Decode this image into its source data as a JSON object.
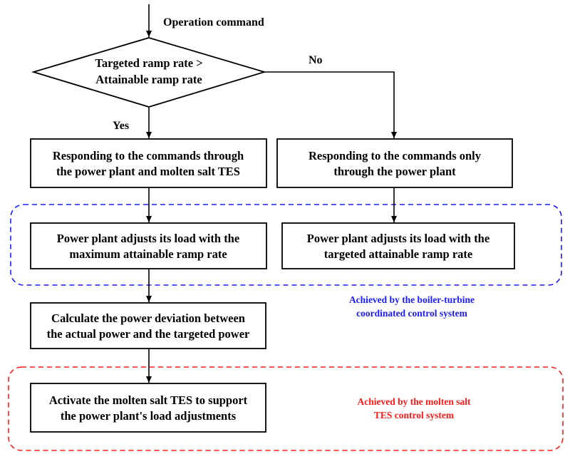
{
  "flowchart": {
    "start_label": "Operation command",
    "decision": {
      "lines": [
        "Targeted ramp rate >",
        "Attainable ramp rate"
      ]
    },
    "yes_label": "Yes",
    "no_label": "No",
    "box_respond_tes": {
      "lines": [
        "Responding to the commands through",
        "the power plant and molten salt TES"
      ]
    },
    "box_respond_plant": {
      "lines": [
        "Responding to the commands only",
        "through the power plant"
      ]
    },
    "box_adjust_max": {
      "lines": [
        "Power plant adjusts its load with the",
        "maximum attainable ramp rate"
      ]
    },
    "box_adjust_target": {
      "lines": [
        "Power plant adjusts its load with the",
        "targeted attainable ramp rate"
      ]
    },
    "box_calculate": {
      "lines": [
        "Calculate the power deviation between",
        "the actual power and the targeted power"
      ]
    },
    "box_activate": {
      "lines": [
        "Activate the molten salt TES to support",
        "the power plant's load adjustments"
      ]
    },
    "group_ccs": {
      "note_lines": [
        "Achieved by the boiler-turbine",
        "coordinated control system"
      ],
      "color": "#1a1aff"
    },
    "group_tes": {
      "note_lines": [
        "Achieved by the molten salt",
        "TES control system"
      ],
      "color": "#ff1a1a"
    },
    "line_color": "#000000"
  }
}
